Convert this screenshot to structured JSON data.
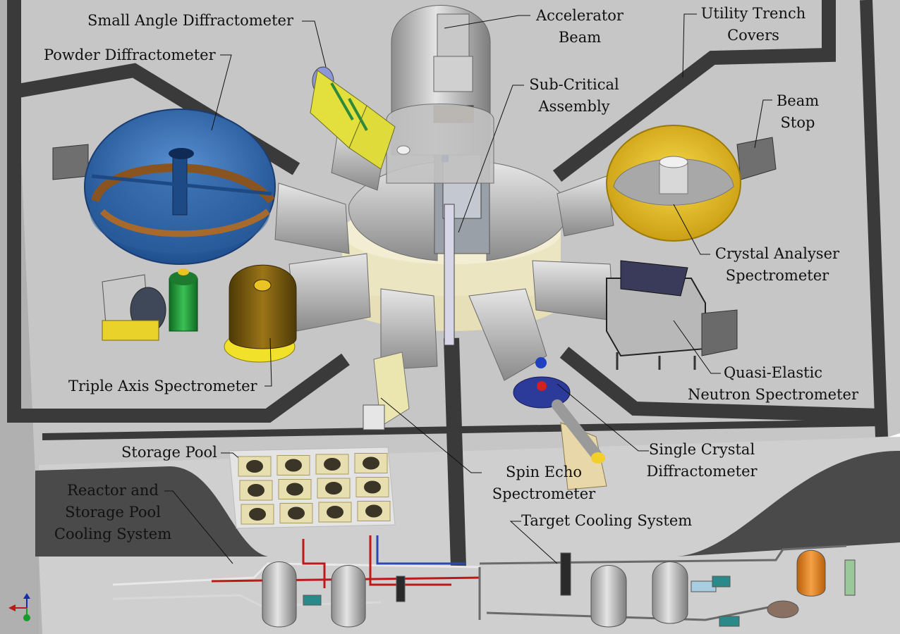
{
  "labels": {
    "small_angle": "Small Angle Diffractometer",
    "accelerator_1": "Accelerator",
    "accelerator_2": "Beam",
    "utility_1": "Utility Trench",
    "utility_2": "Covers",
    "powder": "Powder Diffractometer",
    "subcritical_1": "Sub-Critical",
    "subcritical_2": "Assembly",
    "beamstop_1": "Beam",
    "beamstop_2": "Stop",
    "crystal_1": "Crystal Analyser",
    "crystal_2": "Spectrometer",
    "quasi_1": "Quasi-Elastic",
    "quasi_2": "Neutron Spectrometer",
    "triple": "Triple Axis Spectrometer",
    "storage_pool": "Storage Pool",
    "reactor_1": "Reactor and",
    "reactor_2": "Storage Pool",
    "reactor_3": "Cooling System",
    "single_1": "Single Crystal",
    "single_2": "Diffractometer",
    "spin_1": "Spin Echo",
    "spin_2": "Spectrometer",
    "target_cooling": "Target Cooling System"
  },
  "colors": {
    "floor": "#c9c9c9",
    "trench": "#3a3a3a",
    "powder": "#3b73b5",
    "crystal": "#e9c423",
    "small_angle": "#e6e04a",
    "triple_brown": "#7a5a10",
    "triple_green": "#1f9c3a",
    "pool_tile": "#e8dfb0",
    "piping_red": "#c01818",
    "piping_green": "#2a9a3a",
    "piping_teal": "#2a8a8a",
    "tank_orange": "#e88a20"
  }
}
